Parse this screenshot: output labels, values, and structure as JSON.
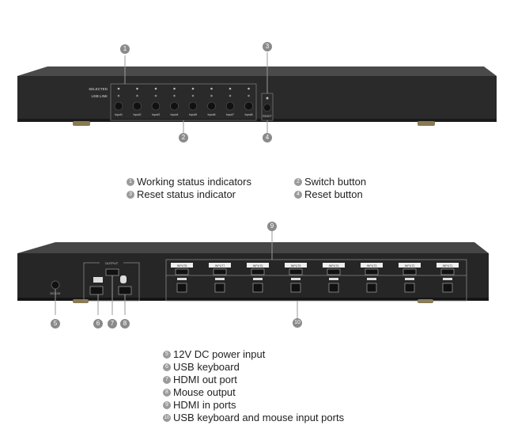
{
  "front_panel": {
    "row_labels": [
      "SELECTED",
      "USB LINK"
    ],
    "input_labels": [
      "Input1",
      "Input2",
      "Input3",
      "Input4",
      "Input5",
      "Input6",
      "Input7",
      "Input8"
    ],
    "reset_label": "RESET"
  },
  "rear_panel": {
    "dc_label": "DC12V",
    "output_label": "OUTPUT",
    "input_labels": [
      "INPUT8",
      "INPUT7",
      "INPUT6",
      "INPUT5",
      "INPUT4",
      "INPUT3",
      "INPUT2",
      "INPUT1"
    ]
  },
  "callouts": {
    "top": [
      "1",
      "2",
      "3",
      "4"
    ],
    "bottom": [
      "5",
      "6",
      "7",
      "8",
      "9",
      "10"
    ]
  },
  "legend_top": [
    {
      "num": "1",
      "text": "Working status indicators"
    },
    {
      "num": "2",
      "text": "Switch button"
    },
    {
      "num": "3",
      "text": "Reset status indicator"
    },
    {
      "num": "4",
      "text": "Reset button"
    }
  ],
  "legend_bottom": [
    {
      "num": "5",
      "text": "12V DC power input"
    },
    {
      "num": "6",
      "text": "USB keyboard"
    },
    {
      "num": "7",
      "text": "HDMI out port"
    },
    {
      "num": "8",
      "text": "Mouse output"
    },
    {
      "num": "9",
      "text": "HDMI in ports"
    },
    {
      "num": "10",
      "text": "USB keyboard and mouse input ports"
    }
  ]
}
